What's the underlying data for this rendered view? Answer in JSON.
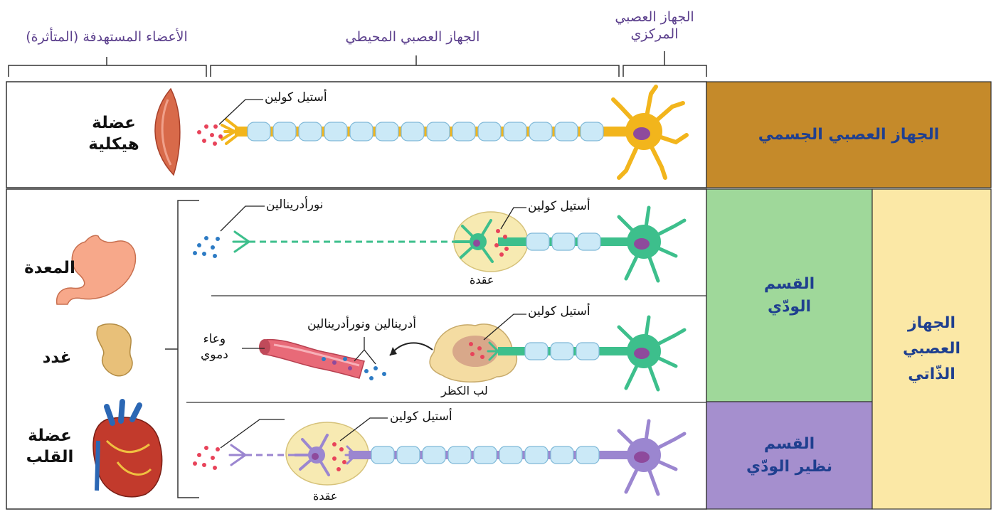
{
  "headers": {
    "targets": "الأعضاء المستهدفة (المتأثرة)",
    "peripheral": "الجهاز العصبي المحيطي",
    "central_line1": "الجهاز العصبي",
    "central_line2": "المركزي"
  },
  "organs": {
    "skeletal_line1": "عضلة",
    "skeletal_line2": "هيكلية",
    "stomach": "المعدة",
    "glands": "غدد",
    "heart_line1": "عضلة",
    "heart_line2": "القلب"
  },
  "labels": {
    "somatic_ach": "أستيل كولين",
    "symp_ne": "نورأدرينالين",
    "symp_ach": "أستيل كولين",
    "symp_ganglion": "عقدة",
    "adrenal_ach": "أستيل كولين",
    "adrenal_products": "أدرينالين ونورأدرينالين",
    "blood_vessel_line1": "وعاء",
    "blood_vessel_line2": "دموي",
    "adrenal_medulla": "لب الكظر",
    "para_ach": "أستيل كولين",
    "para_ganglion": "عقدة"
  },
  "divisions": {
    "somatic": "الجهاز العصبي الجسمي",
    "sympathetic_line1": "القسم",
    "sympathetic_line2": "الودّي",
    "parasympathetic_line1": "القسم",
    "parasympathetic_line2": "نظير الودّي",
    "autonomic_line1": "الجهاز",
    "autonomic_line2": "العصبي",
    "autonomic_line3": "الذّاتي"
  },
  "colors": {
    "somatic_panel": "#c58a2a",
    "sympathetic_panel": "#9fd89a",
    "parasympathetic_panel": "#a58fce",
    "autonomic_panel": "#fbe8a6",
    "somatic_neuron": "#f2b51c",
    "sympathetic_neuron": "#3dbf8c",
    "parasympathetic_neuron": "#9b86d0",
    "myelin": "#cbe9f7",
    "acetylcholine": "#e8435a",
    "norepinephrine": "#2d7bc4",
    "header_text": "#5b3f8c",
    "division_text": "#1f3f8f"
  },
  "icons": [
    "skeletal-muscle-icon",
    "stomach-icon",
    "gland-icon",
    "heart-icon",
    "blood-vessel-icon",
    "neuron-icon",
    "ganglion-icon",
    "adrenal-gland-icon"
  ]
}
